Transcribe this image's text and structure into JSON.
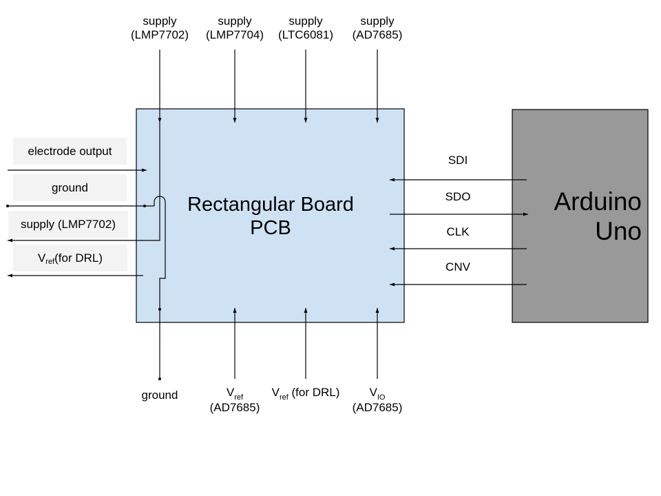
{
  "diagram": {
    "pcb": {
      "title_line1": "Rectangular Board",
      "title_line2": "PCB",
      "fill": "#cfe2f3"
    },
    "arduino": {
      "title_line1": "Arduino",
      "title_line2": "Uno",
      "fill": "#999999"
    },
    "top_inputs": [
      {
        "line1": "supply",
        "line2": "(LMP7702)"
      },
      {
        "line1": "supply",
        "line2": "(LMP7704)"
      },
      {
        "line1": "supply",
        "line2": "(LTC6081)"
      },
      {
        "line1": "supply",
        "line2": "(AD7685)"
      }
    ],
    "bottom_inputs": [
      {
        "label": "ground"
      },
      {
        "main": "V",
        "sub": "ref",
        "line2": "(AD7685)"
      },
      {
        "main": "V",
        "sub": "ref",
        "rest": " (for DRL)"
      },
      {
        "main": "V",
        "sub": "IO",
        "line2": "(AD7685)"
      }
    ],
    "left_signals": [
      {
        "label": "electrode output",
        "direction": "in"
      },
      {
        "label": "ground",
        "direction": "bidirectional"
      },
      {
        "label": "supply (LMP7702)",
        "direction": "out"
      },
      {
        "main": "V",
        "sub": "ref",
        "rest": " (for DRL)",
        "direction": "out"
      }
    ],
    "spi_signals": [
      {
        "label": "SDI",
        "direction": "to-pcb"
      },
      {
        "label": "SDO",
        "direction": "to-arduino"
      },
      {
        "label": "CLK",
        "direction": "to-pcb"
      },
      {
        "label": "CNV",
        "direction": "to-pcb"
      }
    ]
  }
}
